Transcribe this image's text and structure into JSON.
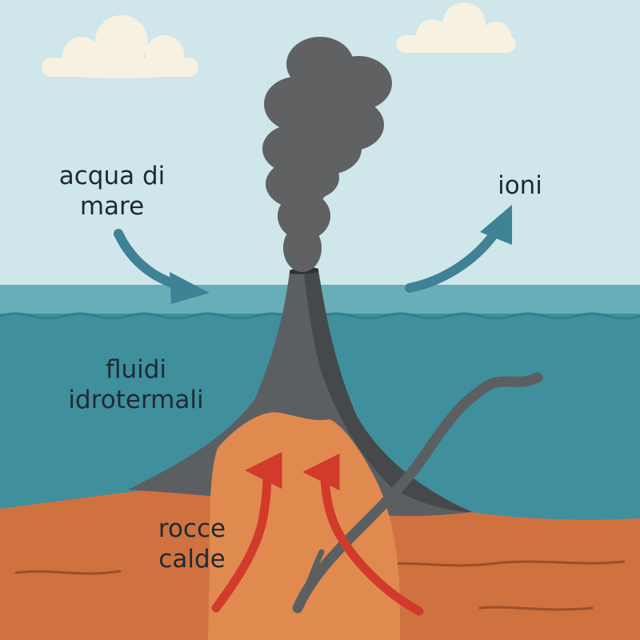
{
  "labels": {
    "seawater": "acqua di\nmare",
    "ions": "ioni",
    "hydrothermal_fluids": "fluidi\nidrotermali",
    "hot_rocks": "rocce\ncalde"
  },
  "colors": {
    "sky": "#cfe6ea",
    "sea_surface": "#67aeb8",
    "sea_deep": "#3f8f9d",
    "volcano": "#5b5f62",
    "smoke": "#5f6163",
    "seabed": "#cf7240",
    "magma": "#e08a50",
    "heat_arrow": "#d23a2b",
    "water_arrow": "#3f8195",
    "cloud": "#f6f1e1",
    "text": "#1f2a33"
  }
}
